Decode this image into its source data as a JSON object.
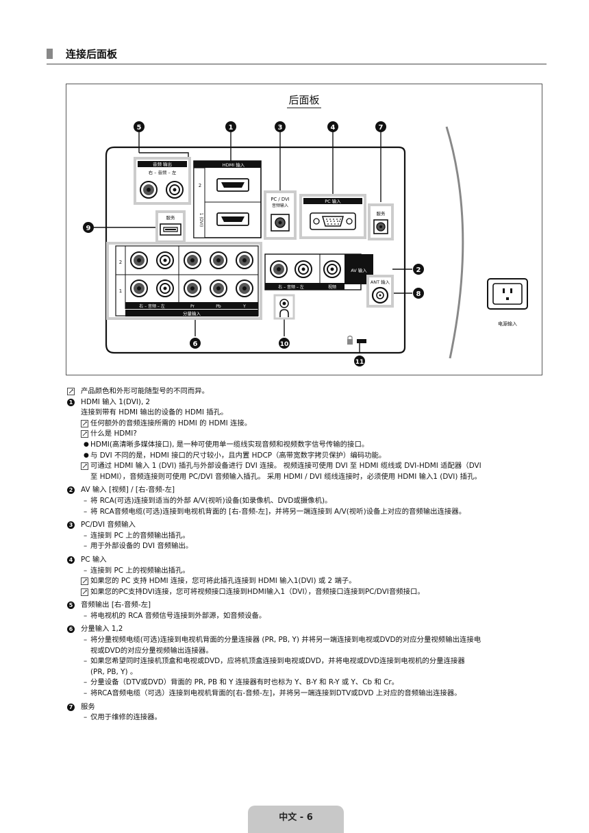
{
  "header": {
    "title": "连接后面板"
  },
  "diagram": {
    "title": "后面板",
    "audio_out": {
      "label": "音频 输出",
      "sub": "右 – 音频 – 左"
    },
    "hdmi": {
      "label": "HDMI 输入",
      "port2": "2",
      "port1": "1 (DVI)"
    },
    "pcdvi": {
      "line1": "PC / DVI",
      "line2": "音频输入"
    },
    "pcin": {
      "label": "PC 输入"
    },
    "service": "服务",
    "av": {
      "label": "AV 输入",
      "audio": "右 – 音频 – 左",
      "video": "视频"
    },
    "ant": "ANT 输入",
    "component": {
      "label": "分量输入",
      "audio": "右 – 音频 – 左",
      "pr": "Pr",
      "pb": "Pb",
      "y": "Y",
      "row2": "2",
      "row1": "1"
    },
    "power": "电源输入",
    "callouts": [
      "1",
      "2",
      "3",
      "4",
      "5",
      "6",
      "7",
      "8",
      "9",
      "10",
      "11"
    ]
  },
  "notes": {
    "intro": "产品颜色和外形可能随型号的不同而异。",
    "n1": {
      "title": "HDMI 输入 1(DVI), 2",
      "desc": "连接到带有 HDMI 输出的设备的 HDMI 插孔。",
      "note1": "任何额外的音频连接所需的 HDMI 的 HDMI 连接。",
      "note2": "什么是 HDMI?",
      "b1": "HDMI(高清晰多媒体接口), 是一种可使用单一缆线实现音频和视频数字信号传输的接口。",
      "b2": "与 DVI 不同的是，HDMI 接口的尺寸较小，且内置 HDCP（高带宽数字拷贝保护）编码功能。",
      "note3a": "可通过 HDMI 输入 1 (DVI) 插孔与外部设备进行 DVI 连接。 视频连接可使用 DVI 至 HDMI 缆线或 DVI-HDMI 适配器（DVI",
      "note3b": "至 HDMI），音频连接则可使用 PC/DVI 音频输入插孔。 采用 HDMI / DVI 缆线连接时，必须使用 HDMI 输入1 (DVI) 插孔。"
    },
    "n2": {
      "title": "AV 输入 [视频] / [右-音频-左]",
      "d1": "将 RCA(可选)连接到适当的外部 A/V(视听)设备(如录像机、DVD或摄像机)。",
      "d2": "将 RCA音频电缆(可选)连接到电视机背面的 [右-音频-左]，并将另一端连接到 A/V(视听)设备上对应的音频输出连接器。"
    },
    "n3": {
      "title": "PC/DVI 音频输入",
      "d1": "连接到 PC 上的音频输出插孔。",
      "d2": "用于外部设备的 DVI 音频输出。"
    },
    "n4": {
      "title": "PC 输入",
      "d1": "连接到 PC 上的视频输出插孔。",
      "note1": "如果您的 PC 支持 HDMI 连接，您可将此插孔连接到 HDMI 输入1(DVI) 或 2 端子。",
      "note2": "如果您的PC支持DVI连接，您可将视频接口连接到HDMI输入1（DVI），音频接口连接到PC/DVI音频接口。"
    },
    "n5": {
      "title": "音频输出 [右-音频-左]",
      "d1": "将电视机的 RCA 音频信号连接到外部源，如音频设备。"
    },
    "n6": {
      "title": "分量输入 1,2",
      "d1a": "将分量视频电缆(可选)连接到电视机背面的分量连接器 (PR, PB, Y) 并将另一端连接到电视或DVD的对应分量视频输出连接电",
      "d1b": "视或DVD的对应分量视频输出连接器。",
      "d2a": "如果您希望同时连接机顶盒和电视或DVD，应将机顶盒连接到电视或DVD，并将电视或DVD连接到电视机的分量连接器",
      "d2b": "(PR, PB, Y) 。",
      "d3": "分量设备（DTV或DVD）背面的 PR, PB 和 Y 连接器有时也标为 Y、B-Y 和 R-Y 或 Y、Cb 和 Cr。",
      "d4": "将RCA音频电缆（可选）连接到电视机背面的[右-音频-左]，并将另一端连接到DTV或DVD 上对应的音频输出连接器。"
    },
    "n7": {
      "title": "服务",
      "d1": "仅用于维修的连接器。"
    }
  },
  "footer": {
    "page": "中文 - 6"
  }
}
